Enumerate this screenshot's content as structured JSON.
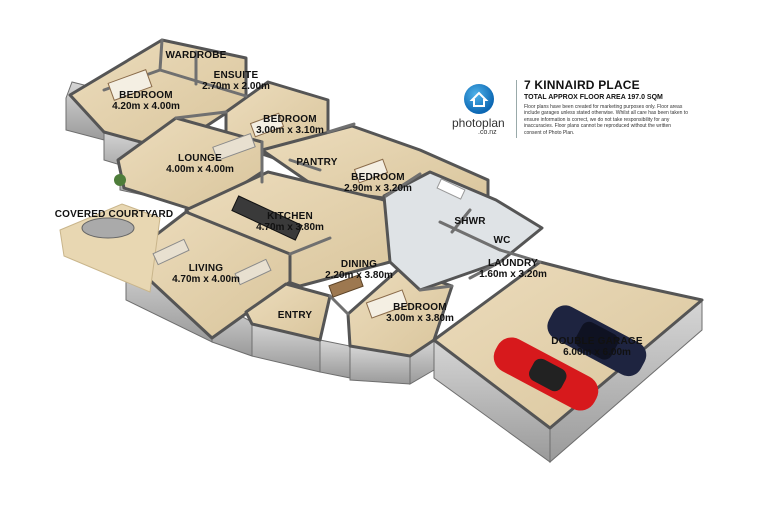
{
  "header": {
    "address": "7 KINNAIRD PLACE",
    "total_area": "TOTAL APPROX FLOOR AREA 197.0 SQM",
    "disclaimer": "Floor plans have been created for marketing purposes only. Floor areas include garages unless stated otherwise. Whilst all care has been taken to ensure information is correct, we do not take responsibility for any inaccuracies. Floor plans cannot be reproduced without the written consent of Photo Plan.",
    "logo_text": "photoplan",
    "logo_domain": ".co.nz",
    "logo_icon": "house-icon"
  },
  "rooms": [
    {
      "name": "WARDROBE",
      "dims": ""
    },
    {
      "name": "ENSUITE",
      "dims": "2.70m x 2.00m"
    },
    {
      "name": "BEDROOM",
      "dims": "4.20m x 4.00m"
    },
    {
      "name": "BEDROOM",
      "dims": "3.00m x 3.10m"
    },
    {
      "name": "LOUNGE",
      "dims": "4.00m x 4.00m"
    },
    {
      "name": "PANTRY",
      "dims": ""
    },
    {
      "name": "BEDROOM",
      "dims": "2.90m x 3.20m"
    },
    {
      "name": "COVERED COURTYARD",
      "dims": ""
    },
    {
      "name": "KITCHEN",
      "dims": "4.70m x 3.80m"
    },
    {
      "name": "SHWR",
      "dims": ""
    },
    {
      "name": "WC",
      "dims": ""
    },
    {
      "name": "LIVING",
      "dims": "4.70m x 4.00m"
    },
    {
      "name": "DINING",
      "dims": "2.20m x 3.80m"
    },
    {
      "name": "LAUNDRY",
      "dims": "1.60m x 3.20m"
    },
    {
      "name": "BEDROOM",
      "dims": "3.00m x 3.80m"
    },
    {
      "name": "ENTRY",
      "dims": ""
    },
    {
      "name": "DOUBLE GARAGE",
      "dims": "6.00m x 6.00m"
    }
  ],
  "colors": {
    "floor": "#e4d2ad",
    "wall_top": "#f2f2f2",
    "wall_side": "#bfbfbf",
    "wall_dark": "#8c8c8c",
    "garage_floor": "#e9d8b5",
    "car_red": "#d7191c",
    "car_navy": "#1e2440",
    "logo_blue": "#0c67b3"
  }
}
